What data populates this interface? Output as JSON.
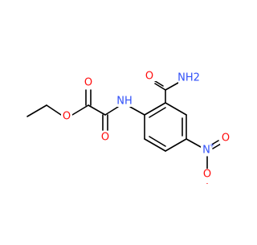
{
  "molecule": {
    "atom_labels": {
      "amide_nh2": "NH2",
      "amide_o": "O",
      "ester_o_ether": "O",
      "ester_o_carbonyl": "O",
      "oxo_o": "O",
      "nh": "NH",
      "nitro_n": "N",
      "nitro_o_top": "O",
      "nitro_o_bottom": "O",
      "charge_plus": "+",
      "charge_minus": "-"
    },
    "colors": {
      "carbon": "#000000",
      "oxygen": "#ff0d0d",
      "nitrogen": "#3050f8",
      "background": "#ffffff"
    }
  }
}
